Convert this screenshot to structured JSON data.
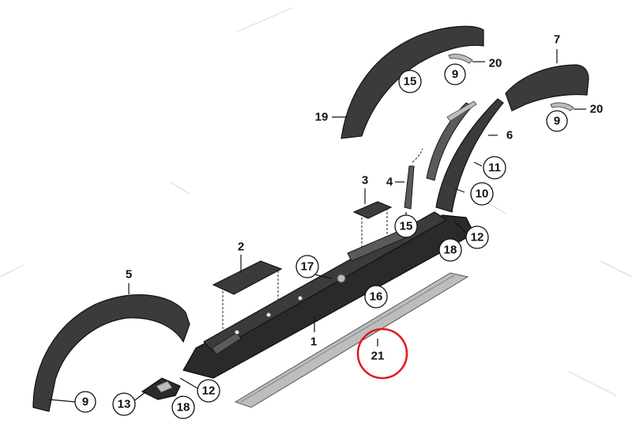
{
  "callouts": {
    "c1": "1",
    "c2": "2",
    "c3": "3",
    "c4": "4",
    "c5": "5",
    "c6": "6",
    "c7": "7",
    "c9a": "9",
    "c9b": "9",
    "c9c": "9",
    "c10": "10",
    "c11": "11",
    "c12a": "12",
    "c12b": "12",
    "c13": "13",
    "c15a": "15",
    "c15b": "15",
    "c16": "16",
    "c17": "17",
    "c18a": "18",
    "c18b": "18",
    "c19": "19",
    "c20a": "20",
    "c20b": "20",
    "c21": "21"
  },
  "highlight": {
    "callout": "21",
    "color": "#e0191f"
  },
  "colors": {
    "part": "#3b3b3b",
    "trim": "#bdbdbd",
    "ink": "#111111"
  }
}
